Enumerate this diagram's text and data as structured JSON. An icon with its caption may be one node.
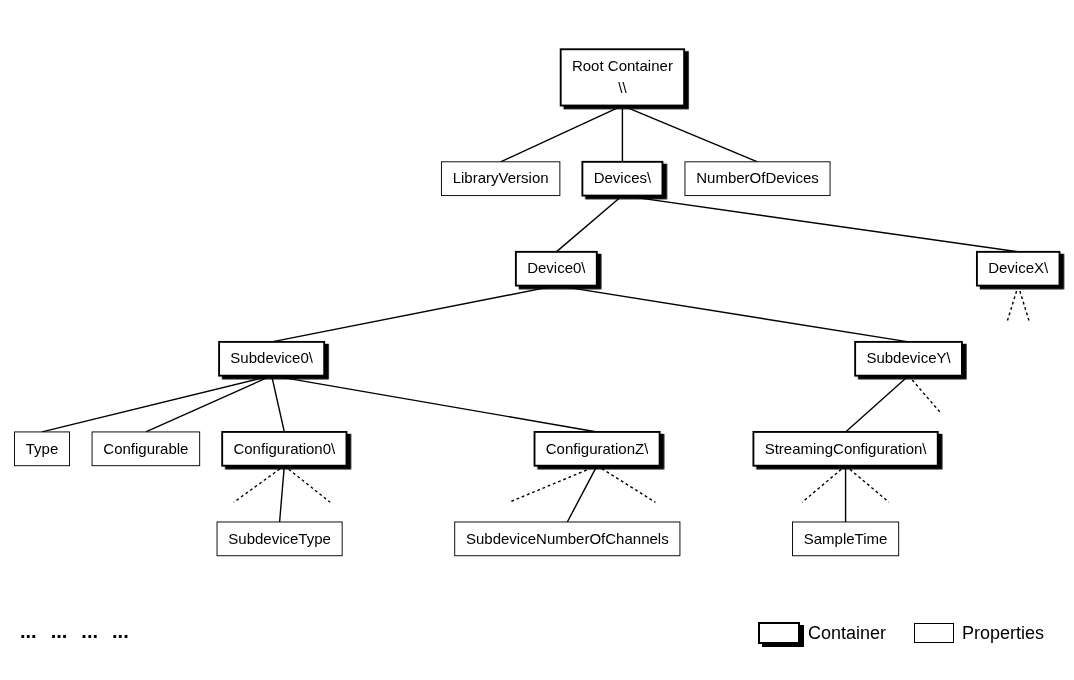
{
  "diagram": {
    "nodes": [
      {
        "text": [
          "Root Container",
          "\\\\"
        ]
      },
      {
        "text": [
          "LibraryVersion"
        ]
      },
      {
        "text": [
          "Devices\\"
        ]
      },
      {
        "text": [
          "NumberOfDevices"
        ]
      },
      {
        "text": [
          "Device0\\"
        ]
      },
      {
        "text": [
          "DeviceX\\"
        ]
      },
      {
        "text": [
          "Subdevice0\\"
        ]
      },
      {
        "text": [
          "SubdeviceY\\"
        ]
      },
      {
        "text": [
          "Type"
        ]
      },
      {
        "text": [
          "Configurable"
        ]
      },
      {
        "text": [
          "Configuration0\\"
        ]
      },
      {
        "text": [
          "ConfigurationZ\\"
        ]
      },
      {
        "text": [
          "StreamingConfiguration\\"
        ]
      },
      {
        "text": [
          "SubdeviceType"
        ]
      },
      {
        "text": [
          "SubdeviceNumberOfChannels"
        ]
      },
      {
        "text": [
          "SampleTime"
        ]
      }
    ],
    "edges": [
      {
        "from": 0,
        "to": 1,
        "arrow": "none"
      },
      {
        "from": 0,
        "to": 2,
        "arrow": "none"
      },
      {
        "from": 0,
        "to": 3,
        "arrow": "none"
      },
      {
        "from": 2,
        "to": 4,
        "arrow": "none"
      },
      {
        "from": 2,
        "to": 5,
        "arrow": "none"
      },
      {
        "from": 5,
        "to": null,
        "arrow": "none",
        "style": "dashed"
      },
      {
        "from": 5,
        "to": null,
        "arrow": "none",
        "style": "dashed"
      },
      {
        "from": 4,
        "to": 6,
        "arrow": "none"
      },
      {
        "from": 4,
        "to": 7,
        "arrow": "none"
      },
      {
        "from": 7,
        "to": null,
        "arrow": "none",
        "style": "dashed"
      },
      {
        "from": 6,
        "to": 8,
        "arrow": "none"
      },
      {
        "from": 6,
        "to": 9,
        "arrow": "none"
      },
      {
        "from": 6,
        "to": 10,
        "arrow": "none"
      },
      {
        "from": 6,
        "to": 11,
        "arrow": "none"
      },
      {
        "from": 7,
        "to": 12,
        "arrow": "none"
      },
      {
        "from": 10,
        "to": null,
        "arrow": "none",
        "style": "dashed"
      },
      {
        "from": 10,
        "to": 13,
        "arrow": "none"
      },
      {
        "from": 10,
        "to": null,
        "arrow": "none",
        "style": "dashed"
      },
      {
        "from": 11,
        "to": null,
        "arrow": "none",
        "style": "dashed"
      },
      {
        "from": 11,
        "to": 14,
        "arrow": "none"
      },
      {
        "from": 11,
        "to": null,
        "arrow": "none",
        "style": "dashed"
      },
      {
        "from": 12,
        "to": null,
        "arrow": "none",
        "style": "dashed"
      },
      {
        "from": 12,
        "to": 15,
        "arrow": "none"
      },
      {
        "from": 12,
        "to": null,
        "arrow": "none",
        "style": "dashed"
      }
    ],
    "labels": [
      "...",
      "...",
      "...",
      "..."
    ],
    "legend": [
      {
        "text": "Container"
      },
      {
        "text": "Properties"
      }
    ]
  }
}
